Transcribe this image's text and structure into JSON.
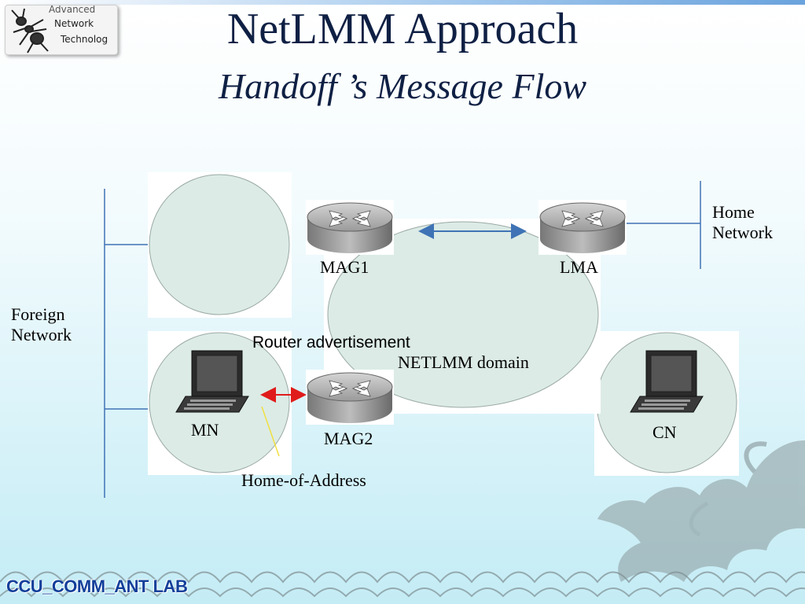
{
  "slide": {
    "title": "NetLMM Approach",
    "subtitle": "Handoff ’s Message Flow"
  },
  "logo": {
    "line1": "Advanced",
    "line2": "Network",
    "line3": "Technolog"
  },
  "diagram": {
    "foreign_network": [
      "Foreign",
      "Network"
    ],
    "home_network": [
      "Home",
      "Network"
    ],
    "mag1": "MAG1",
    "mag2": "MAG2",
    "lma": "LMA",
    "netlmm_domain": "NETLMM domain",
    "mn": "MN",
    "cn": "CN",
    "router_advertisement": "Router advertisement",
    "home_of_address": "Home-of-Address"
  },
  "footer": {
    "lab": "CCU_COMM_ANT LAB"
  },
  "colors": {
    "title": "#0f2044",
    "link_blue": "#3f73b5",
    "arrow_red": "#e01b1b",
    "circle_fill": "#dcebe6",
    "footer": "#123f9a"
  }
}
